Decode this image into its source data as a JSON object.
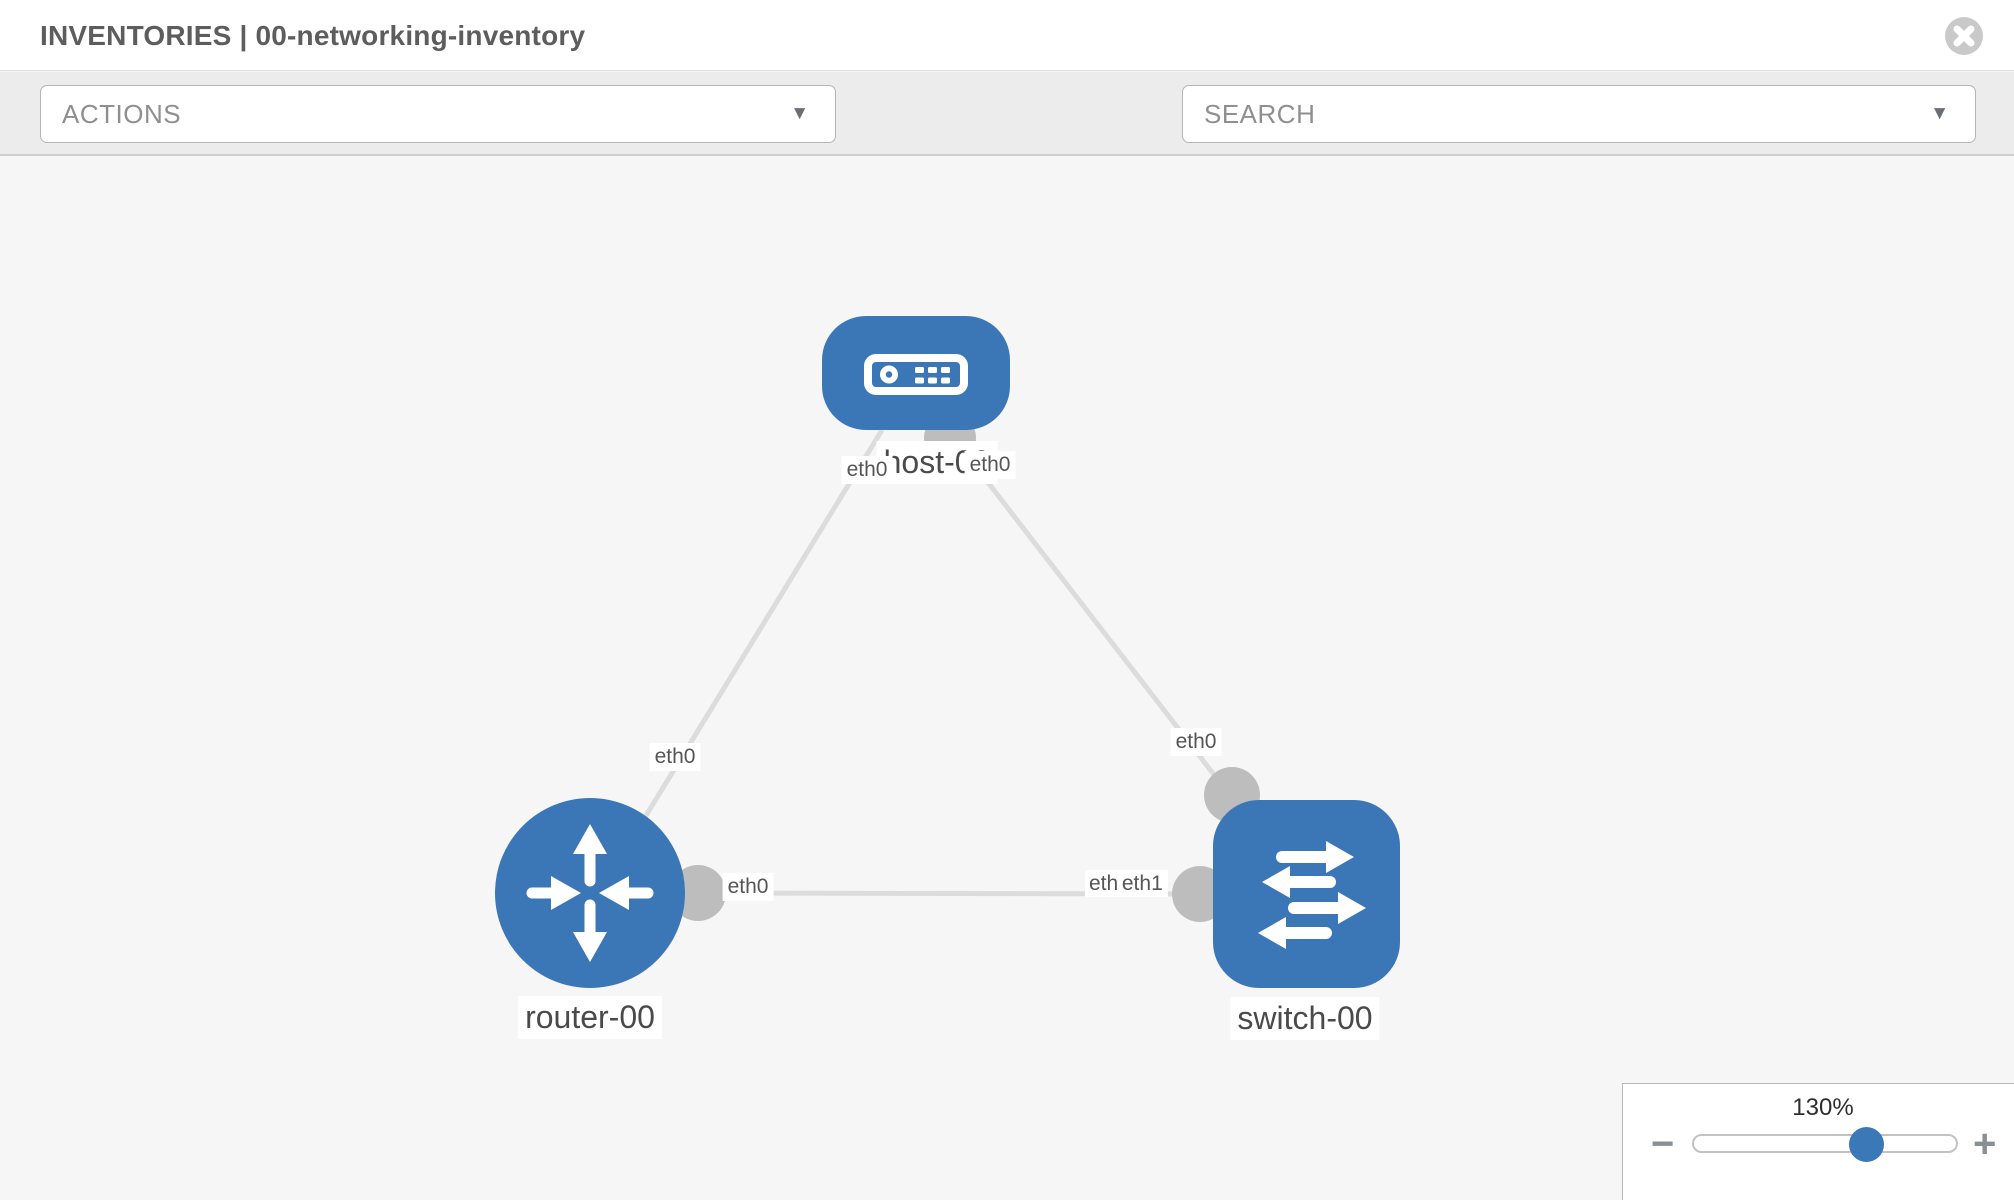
{
  "header": {
    "title": "INVENTORIES | 00-networking-inventory"
  },
  "toolbar": {
    "actions_label": "ACTIONS",
    "search_label": "SEARCH",
    "caret": "▼"
  },
  "topology": {
    "nodes": [
      {
        "label": "host-00",
        "type": "host"
      },
      {
        "label": "router-00",
        "type": "router"
      },
      {
        "label": "switch-00",
        "type": "switch"
      }
    ],
    "links": [
      {
        "from": "host-00",
        "from_if": "eth0",
        "to": "router-00",
        "to_if": "eth0"
      },
      {
        "from": "host-00",
        "from_if": "eth0",
        "to": "switch-00",
        "to_if": "eth0"
      },
      {
        "from": "router-00",
        "from_if": "eth0",
        "to": "switch-00",
        "to_if": "eth1"
      }
    ],
    "interfaces": {
      "host_to_router": "eth0",
      "host_to_switch": "eth0",
      "router_to_host": "eth0",
      "switch_to_host": "eth0",
      "router_to_switch": "eth0",
      "switch_to_router_hidden": "eth0",
      "switch_to_router": "eth1"
    }
  },
  "zoom_control": {
    "level": "130%",
    "minus": "−",
    "plus": "+"
  },
  "colors": {
    "node_blue": "#3b77b7",
    "link_gray": "#dcdcdc",
    "connector_gray": "#bdbdbd",
    "canvas_bg": "#f6f6f6",
    "toolbar_bg": "#ececec"
  }
}
